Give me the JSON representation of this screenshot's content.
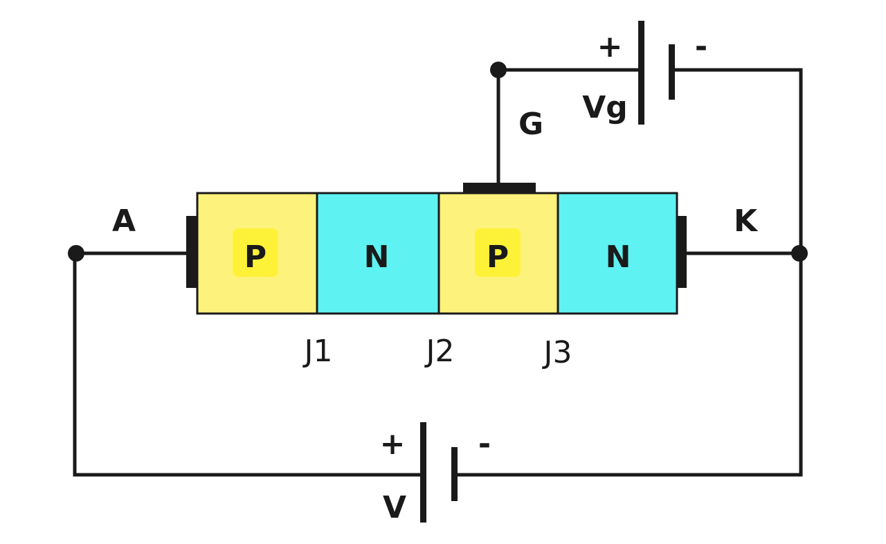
{
  "colors": {
    "p_region": "#fdf27c",
    "p_glow": "#fff200",
    "n_region": "#5ff2f2",
    "wire": "#1a1a1a"
  },
  "regions": [
    {
      "label": "P",
      "type": "p"
    },
    {
      "label": "N",
      "type": "n"
    },
    {
      "label": "P",
      "type": "p"
    },
    {
      "label": "N",
      "type": "n"
    }
  ],
  "junctions": [
    "J1",
    "J2",
    "J3"
  ],
  "terminals": {
    "anode": "A",
    "cathode": "K",
    "gate": "G"
  },
  "sources": {
    "main": {
      "label": "V",
      "plus": "+",
      "minus": "-"
    },
    "gate": {
      "label": "Vg",
      "plus": "+",
      "minus": "-"
    }
  }
}
